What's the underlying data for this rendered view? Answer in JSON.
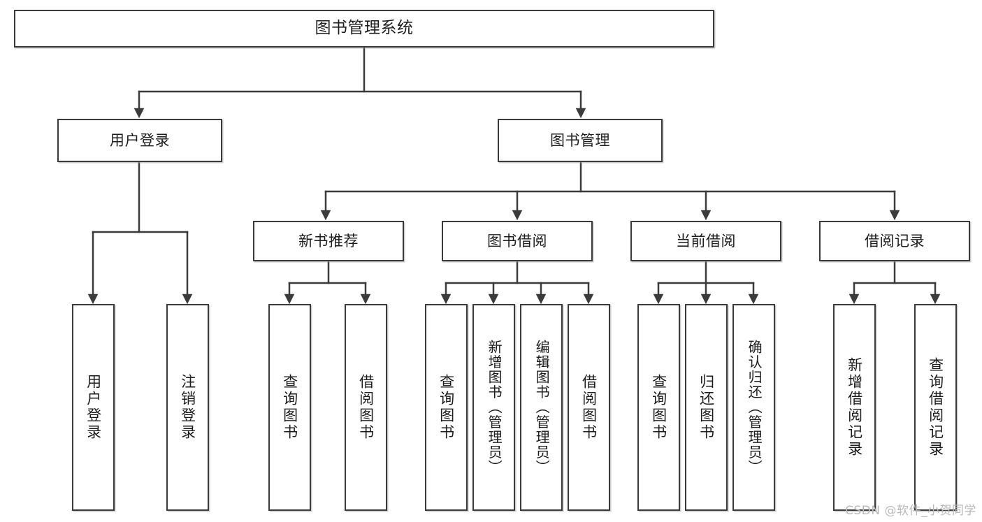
{
  "diagram": {
    "title": "图书管理系统",
    "type": "tree",
    "watermark": "CSDN @软件_小贺同学",
    "colors": {
      "box_border": "#3b3b3b",
      "box_fill": "#ffffff",
      "connector": "#3b3b3b",
      "text": "#1d1d1d",
      "watermark": "#b9b9b9",
      "background": "#ffffff"
    },
    "root": {
      "label": "图书管理系统"
    },
    "level2": [
      {
        "id": "user-login",
        "label": "用户登录"
      },
      {
        "id": "book-management",
        "label": "图书管理"
      }
    ],
    "level3": [
      {
        "id": "new-book-recommend",
        "label": "新书推荐"
      },
      {
        "id": "book-borrow",
        "label": "图书借阅"
      },
      {
        "id": "current-borrow",
        "label": "当前借阅"
      },
      {
        "id": "borrow-record",
        "label": "借阅记录"
      }
    ],
    "leaves": {
      "user_login": [
        {
          "id": "leaf-user-login",
          "label": "用户登录"
        },
        {
          "id": "leaf-logout-login",
          "label": "注销登录"
        }
      ],
      "new_book_recommend": [
        {
          "id": "leaf-query-book-1",
          "label": "查询图书"
        },
        {
          "id": "leaf-borrow-book-1",
          "label": "借阅图书"
        }
      ],
      "book_borrow": [
        {
          "id": "leaf-query-book-2",
          "label": "查询图书"
        },
        {
          "id": "leaf-add-book-admin",
          "label": "新增图书（管理员）"
        },
        {
          "id": "leaf-edit-book-admin",
          "label": "编辑图书（管理员）"
        },
        {
          "id": "leaf-borrow-book-2",
          "label": "借阅图书"
        }
      ],
      "current_borrow": [
        {
          "id": "leaf-query-book-3",
          "label": "查询图书"
        },
        {
          "id": "leaf-return-book",
          "label": "归还图书"
        },
        {
          "id": "leaf-confirm-return-admin",
          "label": "确认归还（管理员）"
        }
      ],
      "borrow_record": [
        {
          "id": "leaf-add-borrow-record",
          "label": "新增借阅记录"
        },
        {
          "id": "leaf-query-borrow-record",
          "label": "查询借阅记录"
        }
      ]
    }
  }
}
